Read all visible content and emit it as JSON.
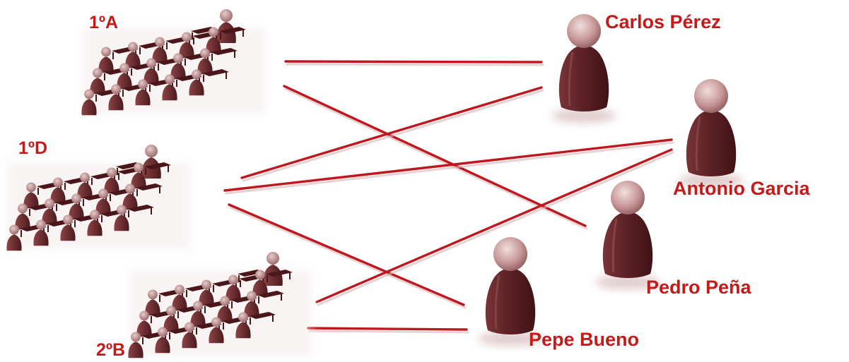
{
  "colors": {
    "line": "#c0171f",
    "label": "#c41a1a",
    "figure_dark": "#5a2124",
    "figure_mid": "#7d3a3c",
    "figure_light": "#c9a3a3"
  },
  "groups": [
    {
      "id": "1A",
      "label": "1ºA"
    },
    {
      "id": "1D",
      "label": "1ºD"
    },
    {
      "id": "2B",
      "label": "2ºB"
    }
  ],
  "teachers": [
    {
      "id": "carlos",
      "label": "Carlos Pérez"
    },
    {
      "id": "antonio",
      "label": "Antonio Garcia"
    },
    {
      "id": "pedro",
      "label": "Pedro Peña"
    },
    {
      "id": "pepe",
      "label": "Pepe Bueno"
    }
  ],
  "connections": [
    {
      "from": "1A",
      "to": "carlos"
    },
    {
      "from": "1A",
      "to": "pedro"
    },
    {
      "from": "1D",
      "to": "carlos"
    },
    {
      "from": "1D",
      "to": "antonio"
    },
    {
      "from": "1D",
      "to": "pepe"
    },
    {
      "from": "2B",
      "to": "antonio"
    },
    {
      "from": "2B",
      "to": "pepe"
    }
  ]
}
